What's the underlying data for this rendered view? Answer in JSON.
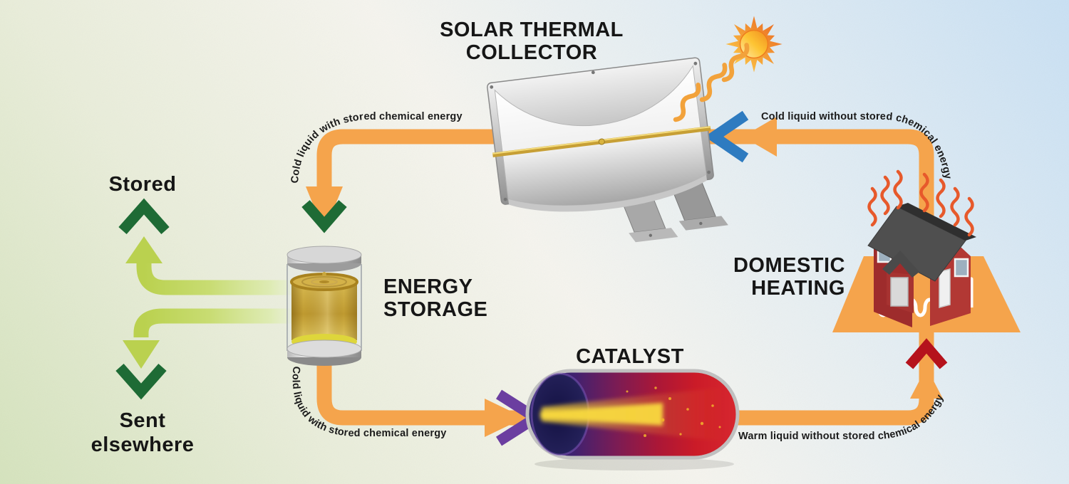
{
  "labels": {
    "solar_collector": {
      "line1": "SOLAR THERMAL",
      "line2": "COLLECTOR"
    },
    "energy_storage": {
      "line1": "ENERGY",
      "line2": "STORAGE"
    },
    "catalyst": {
      "text": "CATALYST"
    },
    "domestic_heating": {
      "line1": "DOMESTIC",
      "line2": "HEATING"
    },
    "stored": {
      "text": "Stored"
    },
    "sent_elsewhere": {
      "line1": "Sent",
      "line2": "elsewhere"
    }
  },
  "flow_labels": {
    "collector_outlet": "Cold liquid with stored chemical energy",
    "collector_inlet": "Cold liquid without stored chemical energy",
    "catalyst_inlet": "Cold liquid with stored chemical energy",
    "heating_inlet": "Warm liquid without stored chemical energy"
  },
  "colors": {
    "pipe_orange": "#F5A44C",
    "pipe_green": "#BAD14F",
    "arrow_dark_green": "#1E6B35",
    "arrow_blue": "#2E7BC0",
    "arrow_purple": "#6B3EA0",
    "arrow_red": "#B5121C",
    "heat_wave": "#E7592B",
    "capsule_red": "#D7272F",
    "capsule_indigo": "#2A2766",
    "liquid_gold": "#C49B2E",
    "text": "#161616"
  }
}
